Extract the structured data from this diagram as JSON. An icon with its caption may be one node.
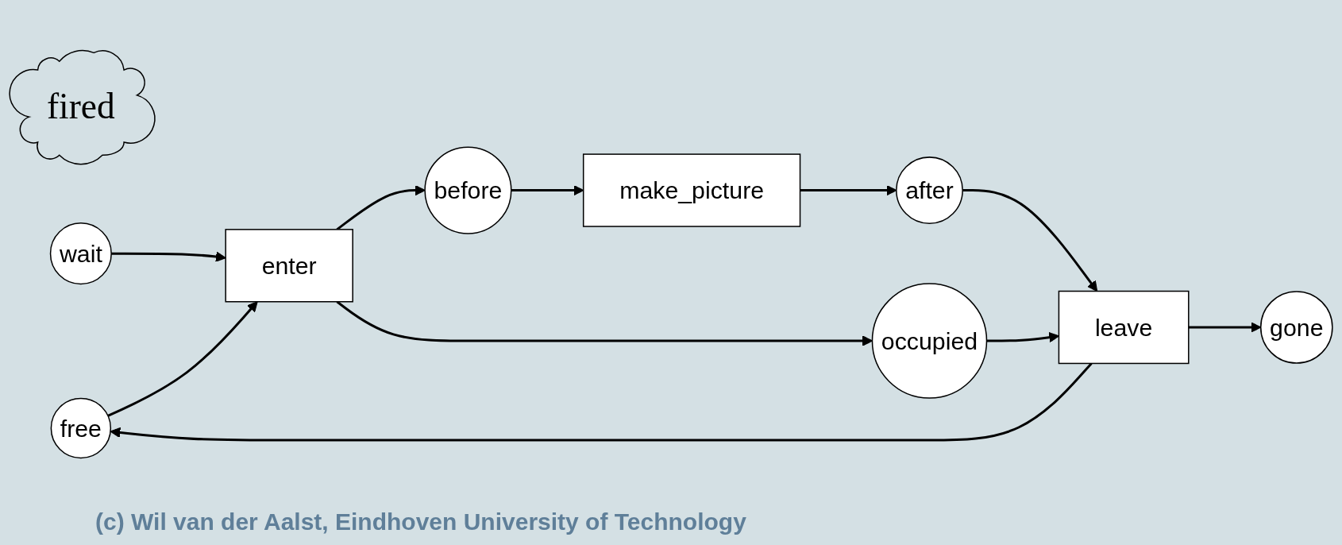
{
  "diagram": {
    "nodes": [
      {
        "text": [
          "fired"
        ]
      },
      {
        "text": [
          "free"
        ]
      },
      {
        "text": [
          "wait"
        ]
      },
      {
        "text": [
          "enter"
        ]
      },
      {
        "text": [
          "before"
        ]
      },
      {
        "text": [
          "make_picture"
        ]
      },
      {
        "text": [
          "after"
        ]
      },
      {
        "text": [
          "leave"
        ]
      },
      {
        "text": [
          "gone"
        ]
      },
      {
        "text": [
          "occupied"
        ]
      }
    ],
    "edges": [
      {
        "from": 2,
        "to": 3,
        "arrow": "to"
      },
      {
        "from": 1,
        "to": 3,
        "arrow": "to"
      },
      {
        "from": 3,
        "to": 4,
        "arrow": "to"
      },
      {
        "from": 3,
        "to": 9,
        "arrow": "to"
      },
      {
        "from": 4,
        "to": 5,
        "arrow": "to"
      },
      {
        "from": 5,
        "to": 6,
        "arrow": "to"
      },
      {
        "from": 6,
        "to": 7,
        "arrow": "to"
      },
      {
        "from": 9,
        "to": 7,
        "arrow": "to"
      },
      {
        "from": 7,
        "to": 1,
        "arrow": "to"
      },
      {
        "from": 7,
        "to": 8,
        "arrow": "to"
      }
    ],
    "labels": [
      "(c) Wil van der Aalst, Eindhoven University of Technology"
    ]
  }
}
